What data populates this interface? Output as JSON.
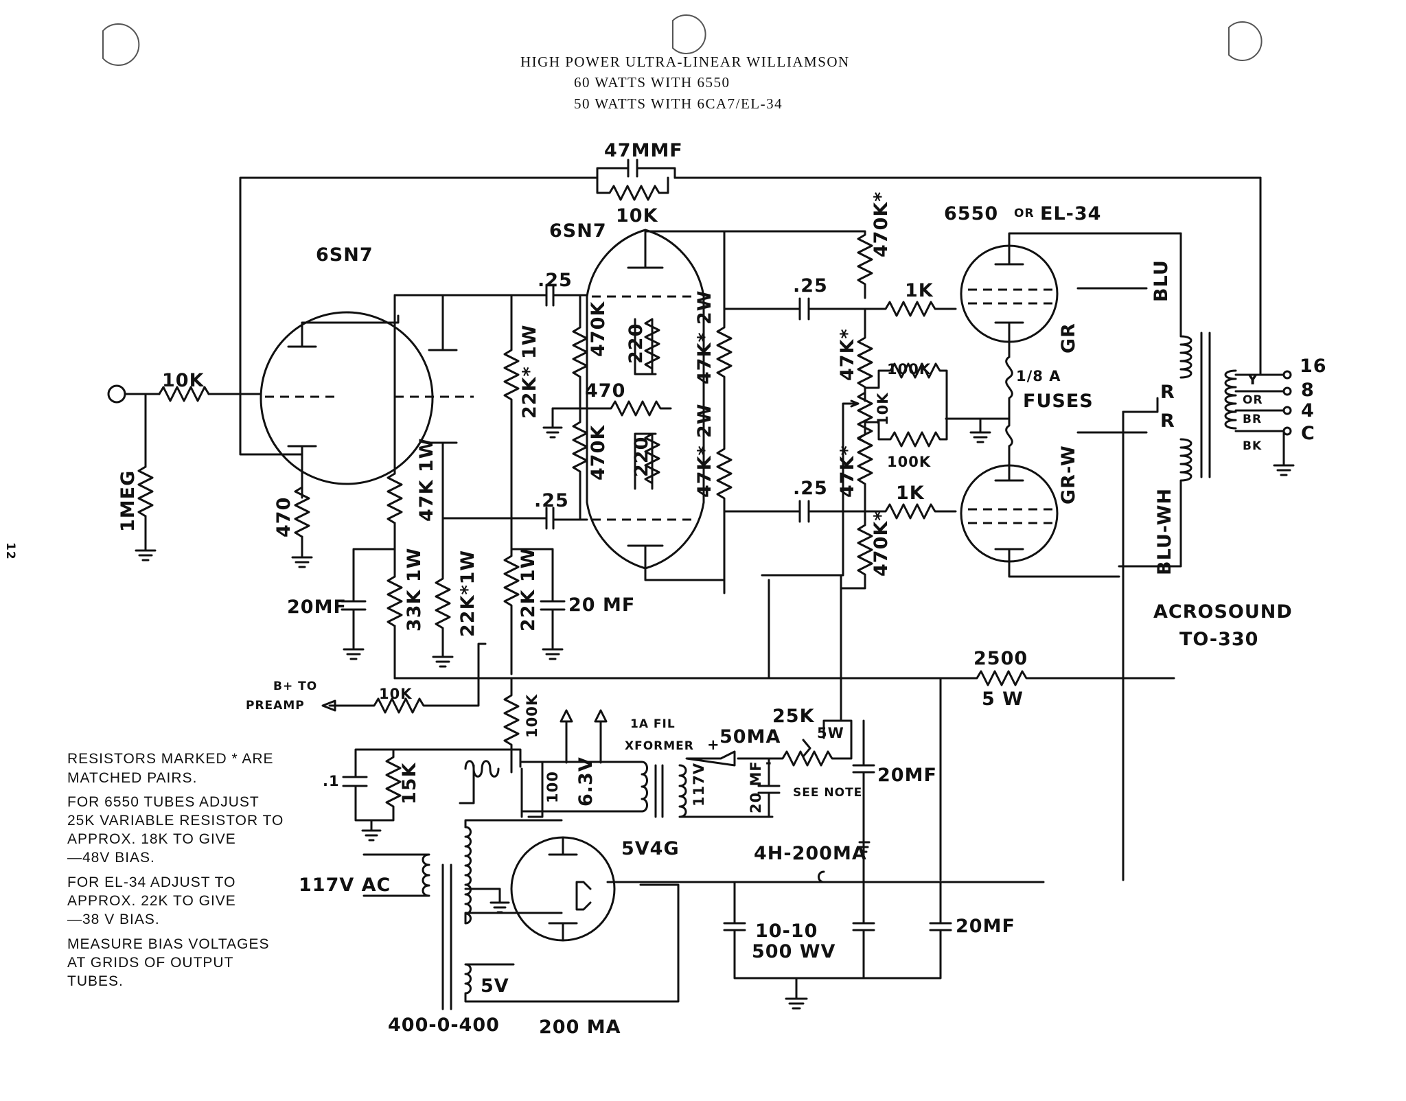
{
  "header": {
    "line1": "HIGH POWER ULTRA-LINEAR WILLIAMSON",
    "line2": "60 WATTS WITH 6550",
    "line3": "50 WATTS WITH 6CA7/EL-34"
  },
  "tubes": {
    "input": "6SN7",
    "driver": "6SN7",
    "output": "6550",
    "output_or": "OR",
    "output_alt": "EL-34",
    "rectifier": "5V4G"
  },
  "feedback": {
    "cap": "47MMF",
    "res": "10K"
  },
  "input_stage": {
    "grid_res": "10K",
    "input_res": "1MEG",
    "cathode_res": "470",
    "plate_res": "47K 1W",
    "decouple_res": "33K 1W",
    "decouple_cap": "20MF",
    "split_res": "22K*1W"
  },
  "driver_stage": {
    "coupling_cap_top": ".25",
    "coupling_cap_bottom": ".25",
    "plate_res_1": "22K* 1W",
    "plate_res_2": "22K 1W",
    "decouple_cap": "20 MF",
    "grid_res_top": "470K",
    "grid_res_bottom": "470K",
    "cathode_res": "470",
    "cathode_top": "220",
    "cathode_bottom": "220",
    "load_top": "47K* 2W",
    "load_bottom": "47K* 2W"
  },
  "output_stage": {
    "cap_top": ".25",
    "cap_bottom": ".25",
    "grid_stop_top": "1K",
    "grid_stop_bottom": "1K",
    "grid_res_top": "470K*",
    "grid_res_bottom": "470K*",
    "bias_res_top": "47K*",
    "bias_res_bottom": "47K*",
    "balance_pot": "10K",
    "balance_top": "100K",
    "balance_bottom": "100K",
    "fuse_size": "1/8 A",
    "fuses": "FUSES",
    "screen_res": "2500",
    "screen_res_watt": "5 W"
  },
  "transformer": {
    "wire_blu": "BLU",
    "wire_gr": "GR",
    "wire_r1": "R",
    "wire_r2": "R",
    "wire_grw": "GR-W",
    "wire_bluwh": "BLU-WH",
    "tap_y": "Y",
    "tap_or": "OR",
    "tap_br": "BR",
    "tap_bk": "BK",
    "out_16": "16",
    "out_8": "8",
    "out_4": "4",
    "out_c": "C",
    "brand": "ACROSOUND",
    "model": "TO-330"
  },
  "power_supply": {
    "preamp_line1": "B+ TO",
    "preamp_line2": "PREAMP",
    "preamp_res": "10K",
    "bleed_res": "100K",
    "hum_res": "100",
    "fil_volts": "6.3V",
    "cap_01": ".1",
    "res_15k": "15K",
    "fil_xfmr_1": "1A FIL",
    "fil_xfmr_2": "XFORMER",
    "plus_sign": "+",
    "minus_sign": "-",
    "meter": "50MA",
    "pot": "25K",
    "pot_w": "5W",
    "fil_117": "117V",
    "bias_cap": "20 MF",
    "see_note": "SEE NOTE",
    "bias_filter": "20MF",
    "mains": "117V AC",
    "choke": "4H-200MA",
    "cap_pair_1": "10-10",
    "cap_pair_2": "500 WV",
    "filter_cap": "20MF",
    "rect_fil": "5V",
    "xfmr_volts": "400-0-400",
    "xfmr_current": "200 MA"
  },
  "notes": [
    [
      "RESISTORS MARKED * ARE",
      "MATCHED PAIRS."
    ],
    [
      "FOR 6550 TUBES ADJUST",
      "25K VARIABLE RESISTOR TO",
      "APPROX. 18K TO GIVE",
      "—48V BIAS."
    ],
    [
      "FOR EL-34 ADJUST TO",
      "APPROX. 22K TO GIVE",
      "—38 V BIAS."
    ],
    [
      "MEASURE BIAS VOLTAGES",
      "AT GRIDS OF OUTPUT",
      "TUBES."
    ]
  ],
  "page_number": "12"
}
